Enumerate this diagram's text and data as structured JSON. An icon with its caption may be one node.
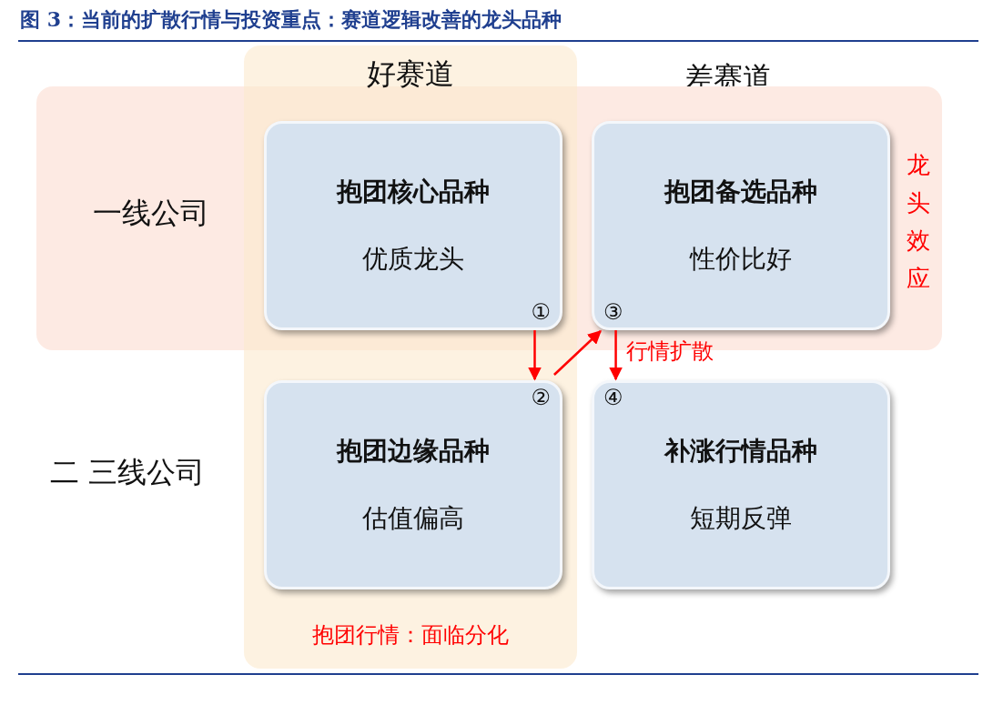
{
  "diagram": {
    "title": "图 3：当前的扩散行情与投资重点：赛道逻辑改善的龙头品种",
    "nodes": [
      {
        "text": [
          "好赛道",
          "抱团行情：面临分化"
        ]
      },
      {
        "text": [
          "一线公司",
          "龙头效应"
        ]
      },
      {
        "text": [
          "抱团核心品种",
          "优质龙头",
          "①"
        ]
      },
      {
        "text": [
          "抱团备选品种",
          "性价比好",
          "③"
        ],
        "in": 1
      },
      {
        "text": [
          "抱团边缘品种",
          "估值偏高",
          "②"
        ],
        "in": 0
      },
      {
        "text": [
          "补涨行情品种",
          "短期反弹",
          "④"
        ]
      }
    ],
    "edges": [
      {
        "from": 2,
        "to": 4,
        "arrow": "to"
      },
      {
        "from": 4,
        "to": 3,
        "arrow": "to"
      },
      {
        "from": 3,
        "to": 5,
        "arrow": "to",
        "label": "行情扩散"
      }
    ],
    "labels": [
      "差赛道",
      "二 三线公司"
    ]
  }
}
